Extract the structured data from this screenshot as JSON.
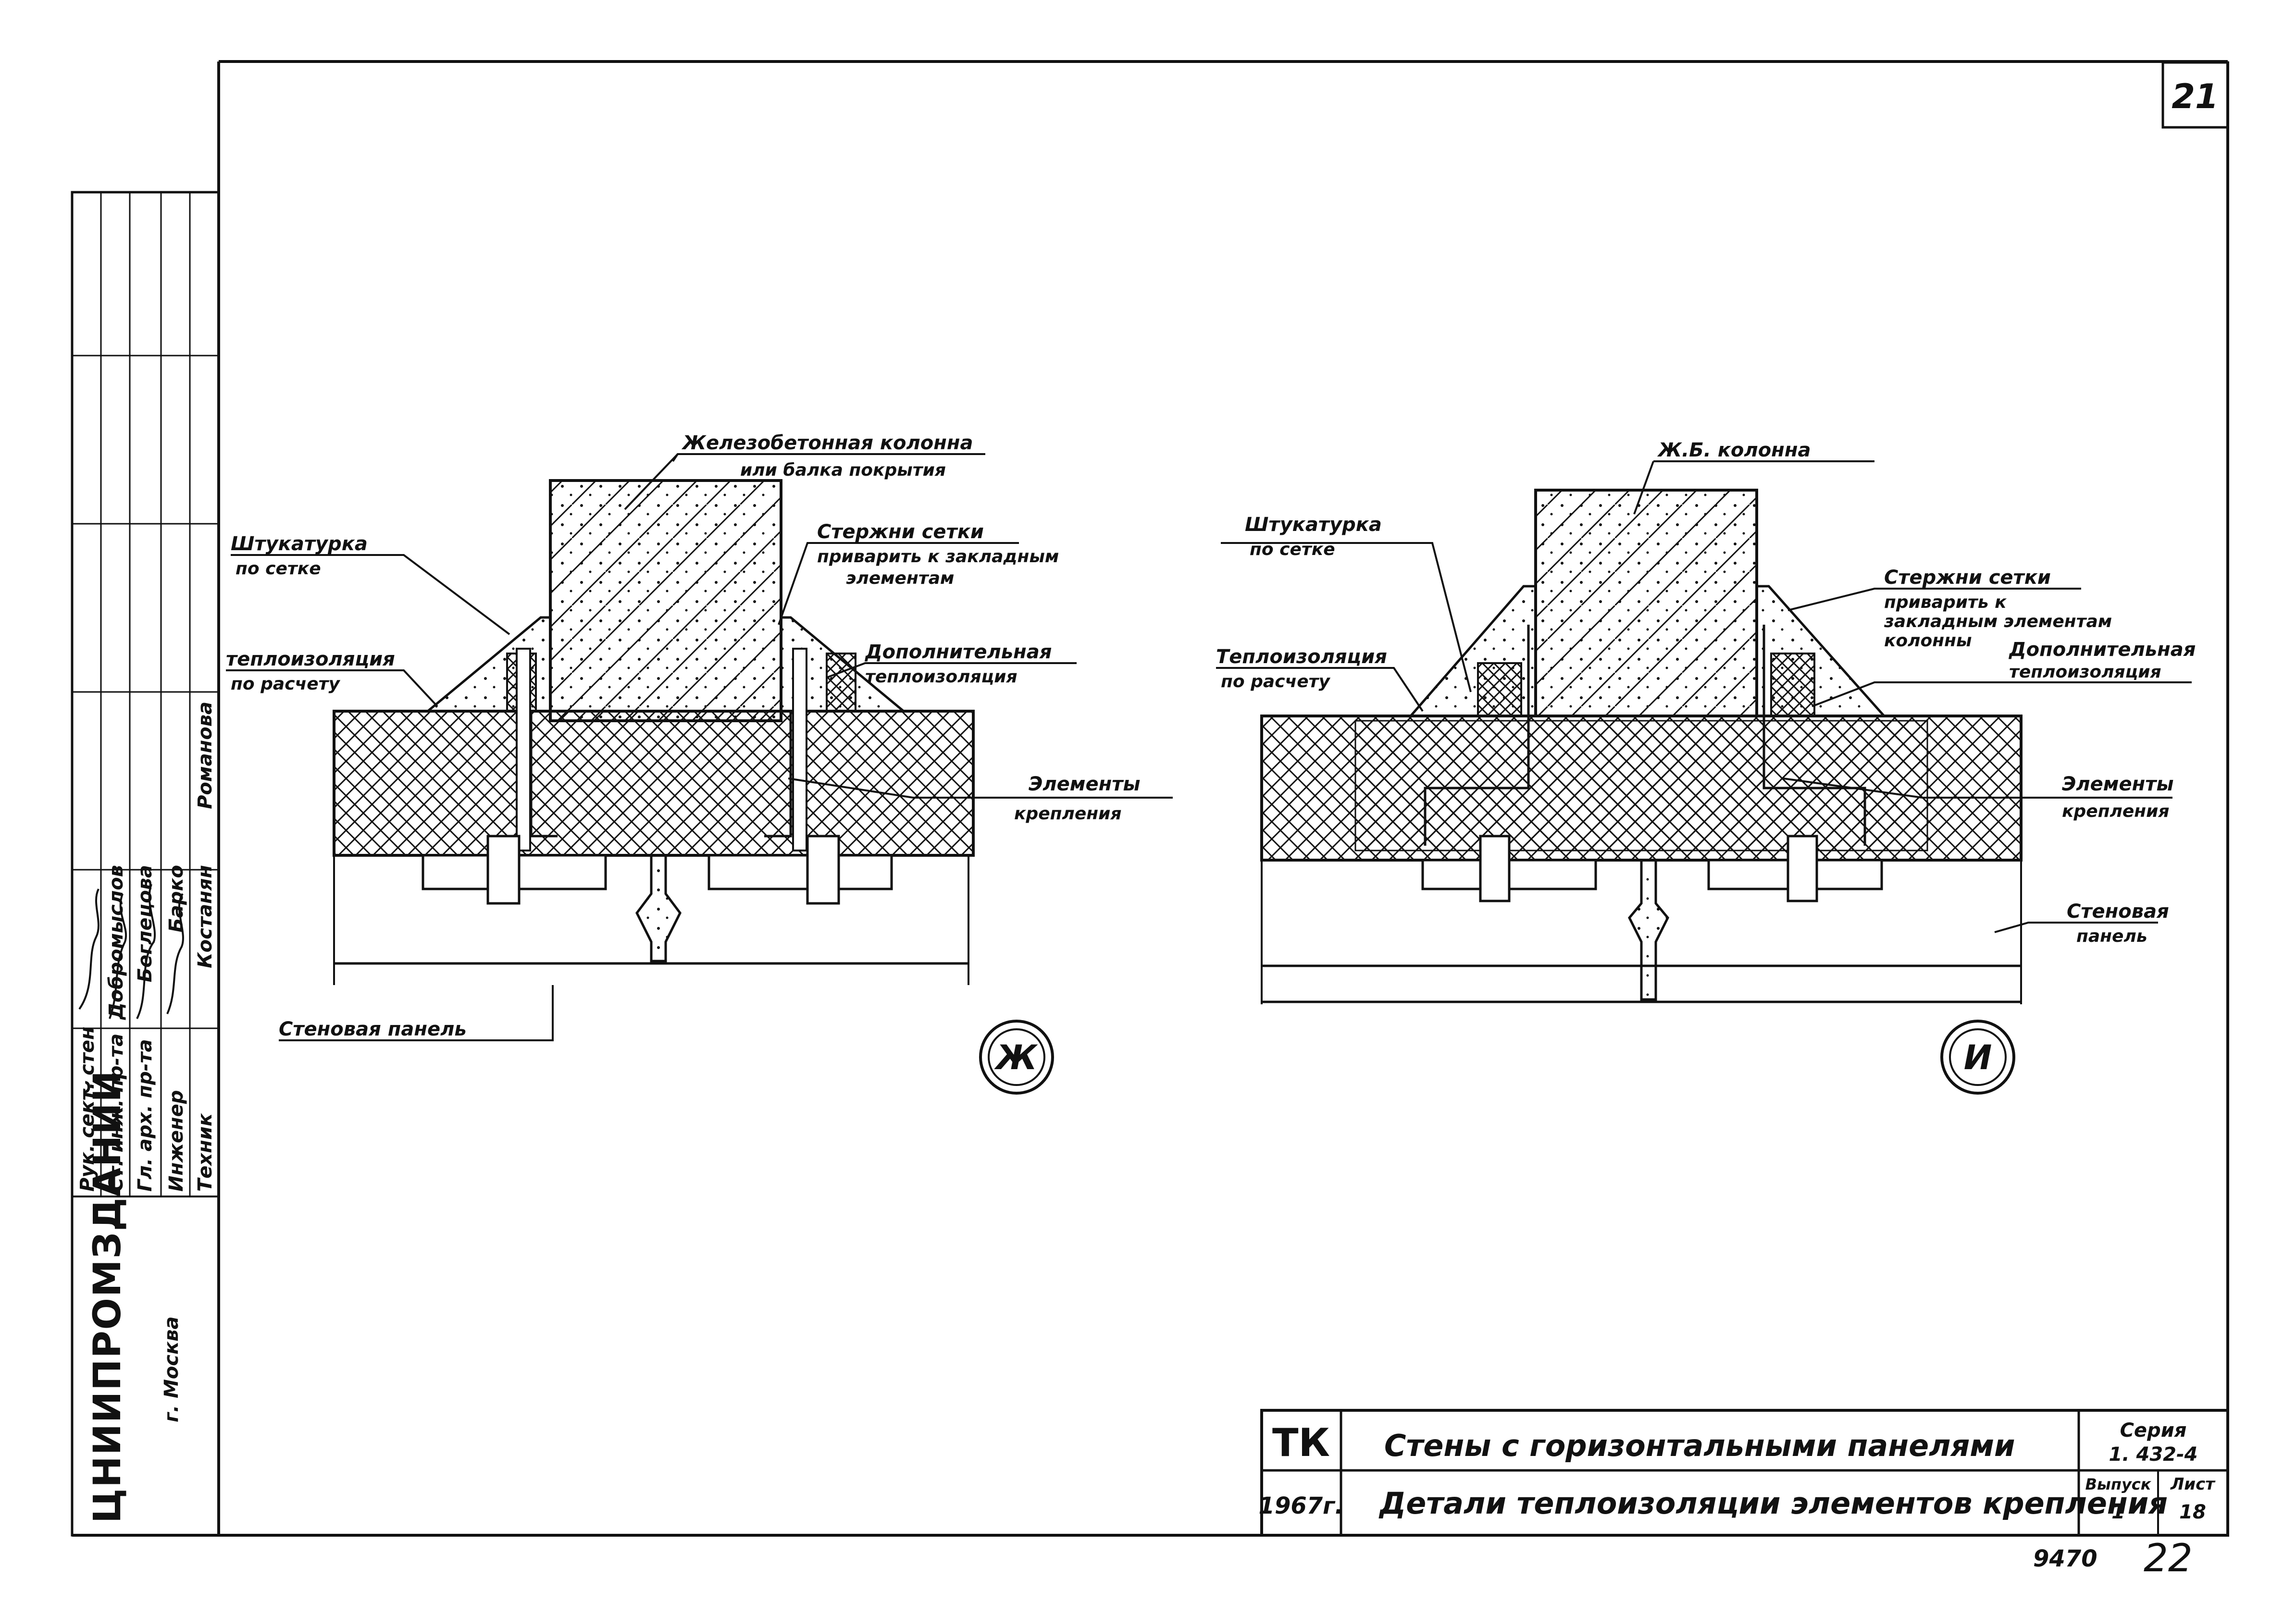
{
  "sheet": {
    "page_number": "21",
    "bottom_code": "9470",
    "bottom_number": "22"
  },
  "stamp": {
    "organization": "ЦНИИПРОМЗДАНИЙ",
    "city": "г. Москва",
    "roles": [
      "Рук. сект. стен",
      "Ст. инж. пр-та",
      "Гл. арх. пр-та",
      "Инженер",
      "Техник"
    ],
    "names": [
      "Добромыслов",
      "Беглецова",
      "Барко",
      "Костанян",
      "Романова"
    ]
  },
  "detail_zh": {
    "marker": "Ж",
    "labels": {
      "column": "Железобетонная колонна",
      "column2": "или балка покрытия",
      "plaster": "Штукатурка",
      "plaster2": "по сетке",
      "rods": "Стержни сетки",
      "rods2": "приварить к закладным",
      "rods3": "элементам",
      "insul": "теплоизоляция",
      "insul2": "по расчету",
      "addinsul": "Дополнительная",
      "addinsul2": "теплоизоляция",
      "fasten": "Элементы",
      "fasten2": "крепления",
      "panel": "Стеновая панель"
    }
  },
  "detail_i": {
    "marker": "И",
    "labels": {
      "column": "Ж.Б. колонна",
      "plaster": "Штукатурка",
      "plaster2": "по сетке",
      "rods": "Стержни сетки",
      "rods2": "приварить к",
      "rods3": "закладным элементам",
      "rods4": "колонны",
      "insul": "Теплоизоляция",
      "insul2": "по расчету",
      "addinsul": "Дополнительная",
      "addinsul2": "теплоизоляция",
      "fasten": "Элементы",
      "fasten2": "крепления",
      "panel": "Стеновая",
      "panel2": "панель"
    }
  },
  "title_block": {
    "code": "ТК",
    "year": "1967г.",
    "title1": "Стены с горизонтальными панелями",
    "title2": "Детали теплоизоляции элементов крепления",
    "series_label": "Серия",
    "series_value": "1. 432-4",
    "issue_label": "Выпуск",
    "issue_value": "1",
    "sheet_label": "Лист",
    "sheet_value": "18"
  }
}
